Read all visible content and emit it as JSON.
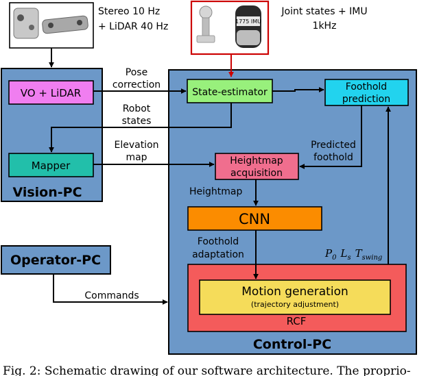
{
  "sensors": {
    "left": {
      "line1": "Stereo 10 Hz",
      "line2": "+ LiDAR 40 Hz",
      "image_icon": "stereo-camera-and-lidar"
    },
    "right": {
      "line1": "Joint states + IMU",
      "line2": "1kHz",
      "image_icon": "imu-and-joint-sensor",
      "imu_text": "1775 IMU"
    }
  },
  "vision_pc": {
    "label": "Vision-PC",
    "vo_lidar": "VO + LiDAR",
    "mapper": "Mapper"
  },
  "operator_pc": {
    "label": "Operator-PC"
  },
  "control_pc": {
    "label": "Control-PC",
    "state_estimator": "State-estimator",
    "foothold_prediction": {
      "line1": "Foothold",
      "line2": "prediction"
    },
    "heightmap_acquisition": {
      "line1": "Heightmap",
      "line2": "acquisition"
    },
    "cnn": "CNN",
    "motion_generation": {
      "line1": "Motion generation",
      "line2": "(trajectory adjustment)"
    },
    "rcf": "RCF"
  },
  "edge_labels": {
    "pose_correction": {
      "line1": "Pose",
      "line2": "correction"
    },
    "robot_states": {
      "line1": "Robot",
      "line2": "states"
    },
    "elevation_map": {
      "line1": "Elevation",
      "line2": "map"
    },
    "predicted_foothold": {
      "line1": "Predicted",
      "line2": "foothold"
    },
    "heightmap": "Heightmap",
    "foothold_adaptation": {
      "line1": "Foothold",
      "line2": "adaptation"
    },
    "commands": "Commands",
    "params": {
      "p": "P",
      "p_sub": "0",
      "l": "L",
      "l_sub": "s",
      "t": "T",
      "t_sub": "swing"
    }
  },
  "caption": "Fig. 2: Schematic drawing of our software architecture. The proprio-",
  "colors": {
    "pc_box": "#6c98c8",
    "vo_lidar": "#f07ef0",
    "mapper": "#22bfaa",
    "state_estimator": "#98f07c",
    "foothold_prediction": "#22d3ee",
    "heightmap_acquisition": "#f06e8e",
    "cnn": "#fb8c00",
    "rcf": "#f45b5b",
    "motion_generation": "#f5dc5a",
    "sensor_frame": "#cc0000"
  }
}
